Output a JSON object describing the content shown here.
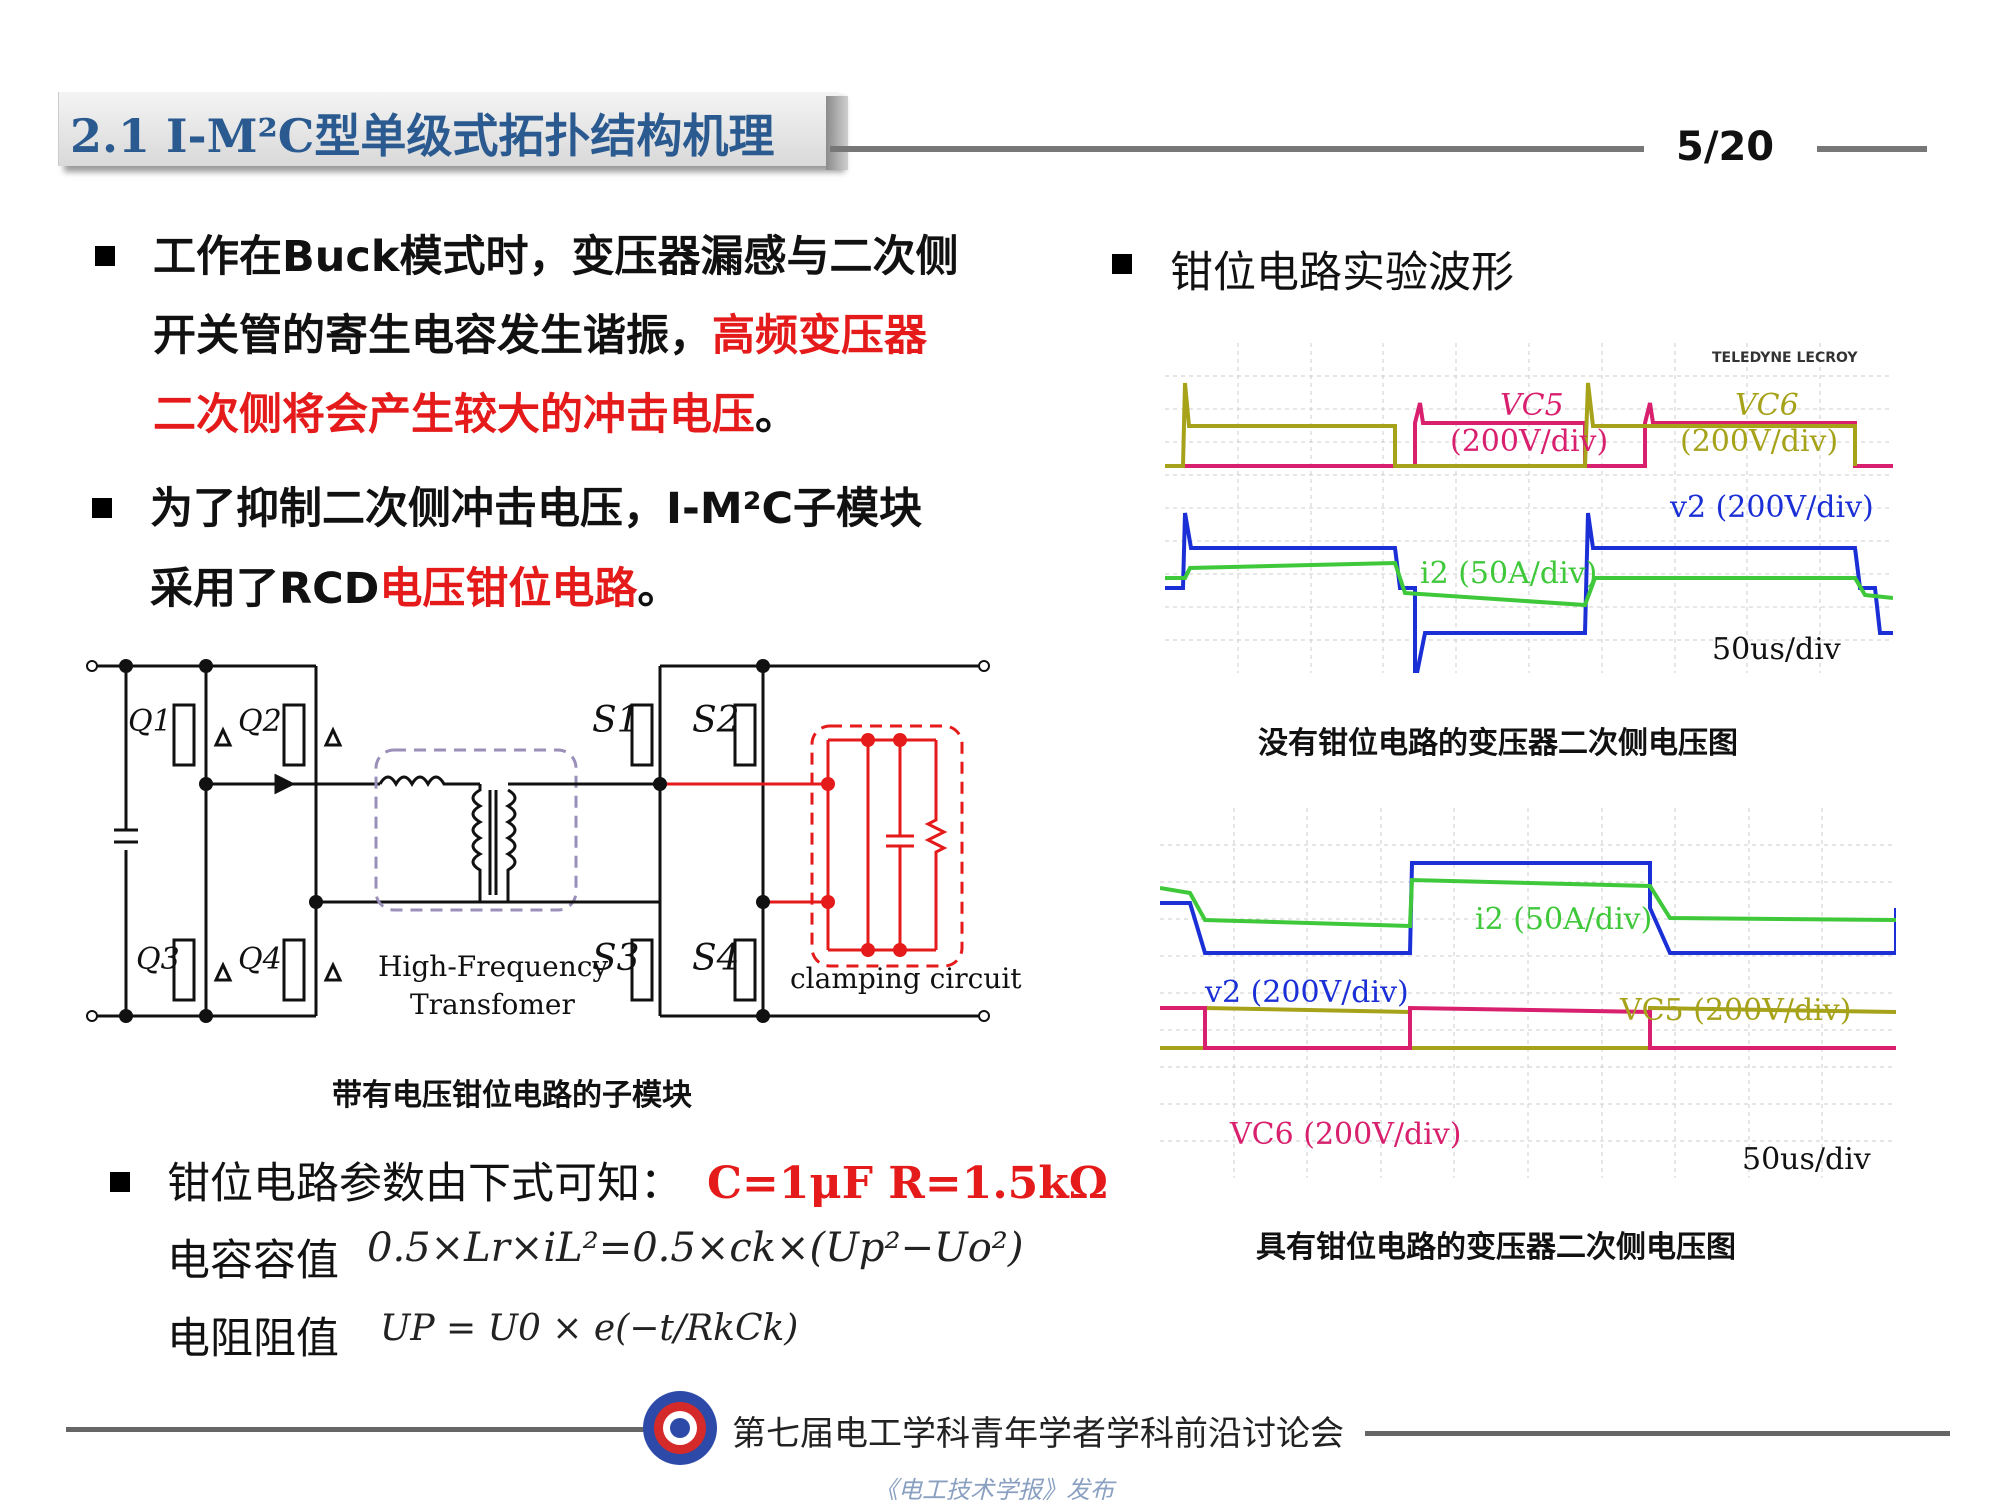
{
  "header": {
    "title": "2.1 I-M²C型单级式拓扑结构机理",
    "page_number": "5/20"
  },
  "left": {
    "bullet1": {
      "line1": "工作在Buck模式时，变压器漏感与二次侧",
      "line2_black": "开关管的寄生电容发生谐振，",
      "line2_red": "高频变压器",
      "line3_red": "二次侧将会产生较大的冲击电压",
      "line3_end": "。"
    },
    "bullet2": {
      "line1": "为了抑制二次侧冲击电压，I-M²C子模块",
      "line2_black": "采用了RCD",
      "line2_red": "电压钳位电路",
      "line2_end": "。"
    },
    "circuit": {
      "labels": {
        "q1": "Q1",
        "q2": "Q2",
        "q3": "Q3",
        "q4": "Q4",
        "s1": "S1",
        "s2": "S2",
        "s3": "S3",
        "s4": "S4",
        "transformer": "High-Frequency",
        "transformer2": "Transfomer",
        "clamp": "clamping circuit"
      },
      "caption": "带有电压钳位电路的子模块"
    },
    "bullet3": {
      "text": "钳位电路参数由下式可知：",
      "params": "C=1μF   R=1.5kΩ"
    },
    "capacitance_label": "电容容值",
    "capacitance_formula": "0.5×Lr×iL²=0.5×ck×(Up²−Uo²)",
    "resistance_label": "电阻阻值",
    "resistance_formula": "UP = U0 × e(−t/RkCk)"
  },
  "right": {
    "bullet": "钳位电路实验波形",
    "scope1": {
      "brand": "TELEDYNE LECROY",
      "label_vc5": "VC5",
      "label_vc5_scale": "(200V/div)",
      "label_vc6": "VC6",
      "label_vc6_scale": "(200V/div)",
      "label_v2": "v2 (200V/div)",
      "label_i2": "i2 (50A/div)",
      "timebase": "50us/div",
      "caption": "没有钳位电路的变压器二次侧电压图"
    },
    "scope2": {
      "label_i2": "i2 (50A/div)",
      "label_v2": "v2 (200V/div)",
      "label_vc5": "VC5 (200V/div)",
      "label_vc6": "VC6  (200V/div)",
      "timebase": "50us/div",
      "caption": "具有钳位电路的变压器二次侧电压图"
    }
  },
  "footer": {
    "conference": "第七届电工学科青年学者学科前沿讨论会",
    "publisher": "《电工技术学报》发布"
  },
  "colors": {
    "title_blue": "#2a5a8f",
    "accent_red": "#e51a1a",
    "trace_yellow": "#a6a21a",
    "trace_magenta": "#d8206e",
    "trace_blue": "#1b2fd6",
    "trace_green": "#3ec83a"
  }
}
